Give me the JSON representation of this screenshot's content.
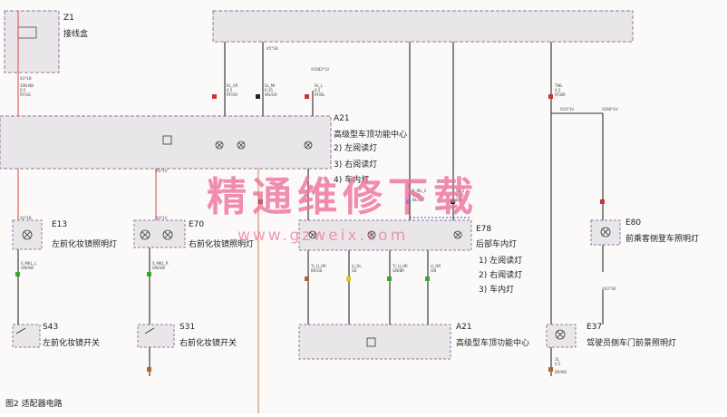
{
  "components": {
    "z1": {
      "id": "Z1",
      "name": "接线盒"
    },
    "a21_top": {
      "id": "A21",
      "name": "高级型车顶功能中心",
      "items": [
        "2) 左阅读灯",
        "3) 右阅读灯",
        "4) 车内灯"
      ]
    },
    "e13": {
      "id": "E13",
      "name": "左前化妆镜照明灯"
    },
    "e70": {
      "id": "E70",
      "name": "右前化妆镜照明灯"
    },
    "e78": {
      "id": "E78",
      "name": "后部车内灯",
      "items": [
        "1) 左阅读灯",
        "2) 右阅读灯",
        "3) 车内灯"
      ]
    },
    "e80": {
      "id": "E80",
      "name": "前乘客侧登车照明灯"
    },
    "s43": {
      "id": "S43",
      "name": "左前化妆镜开关"
    },
    "s31": {
      "id": "S31",
      "name": "右前化妆镜开关"
    },
    "a21_bottom": {
      "id": "A21",
      "name": "高级型车顶功能中心"
    },
    "e37": {
      "id": "E37",
      "name": "驾驶员侧车门前景照明灯"
    }
  },
  "connectors": [
    "X1*1B",
    "X1082*1V",
    "X266*1V",
    "X10*1V",
    "X2*1B",
    "X3*1V",
    "X5*1B",
    "X5*1V",
    "X43*1B"
  ],
  "wire_labels": [
    "30B-NB",
    "0.5",
    "RT/GE",
    "KL_VR",
    "0.5",
    "RT/GR",
    "SL_MI",
    "0.35",
    "WS/GR",
    "RL_L",
    "0.5",
    "RT/BL",
    "TWL",
    "0.5",
    "RT/BR",
    "S_IRL_2",
    "0.35",
    "BL/SW",
    "SL_2",
    "0.35",
    "SW",
    "S_MKL_L",
    "GN/SW",
    "S_MKL_R",
    "GN/SW",
    "TI_LI_HR",
    "BR/GE",
    "LI_HL",
    "GE",
    "TI_LI_HR",
    "GN/BR",
    "LI_HR",
    "GN",
    "31",
    "0.5",
    "BR/WS"
  ],
  "caption": "图2  适配器电路",
  "watermark": {
    "title": "精通维修下载",
    "url": "www.gzweix.com"
  },
  "colors": {
    "panel": "#e9e6ea",
    "panel_border": "#8a7aa3",
    "wire": "#2c2c2c",
    "wire_red": "#e05050",
    "wire_orange": "#d28a5a",
    "wire_blue": "#4a52c8",
    "watermark": "#ee6f9a"
  }
}
